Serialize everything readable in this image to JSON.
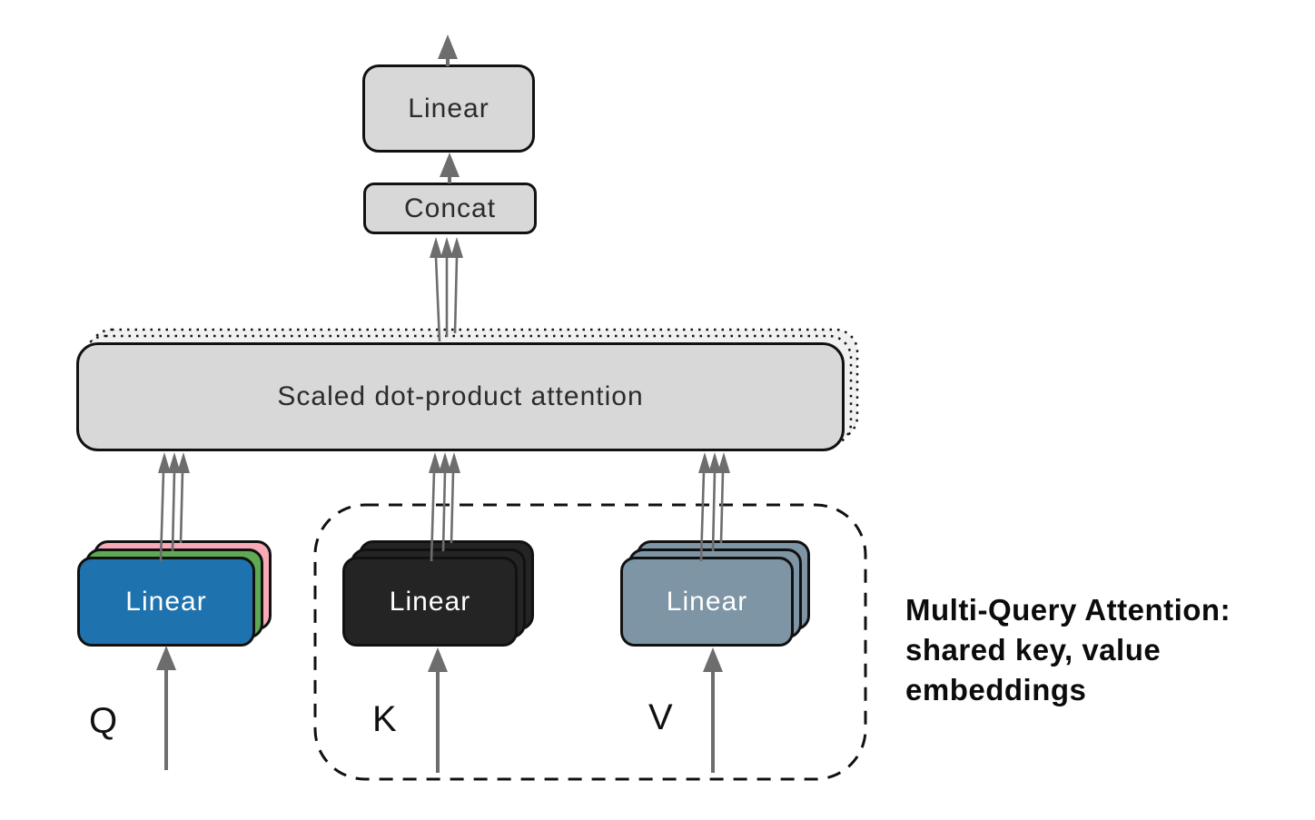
{
  "diagram": {
    "output_linear": {
      "label": "Linear"
    },
    "concat": {
      "label": "Concat"
    },
    "attention": {
      "label": "Scaled dot-product attention"
    },
    "q_stack": {
      "label": "Linear",
      "input_label": "Q",
      "front_color": "#1e73ae",
      "mid_color": "#5fa854",
      "back_color": "#f8aab8"
    },
    "k_stack": {
      "label": "Linear",
      "input_label": "K",
      "color": "#242424"
    },
    "v_stack": {
      "label": "Linear",
      "input_label": "V",
      "color": "#7d95a4"
    },
    "annotation": {
      "line1": "Multi-Query Attention:",
      "line2": "shared key, value",
      "line3": "embeddings"
    },
    "colors": {
      "box_fill": "#d8d8d8",
      "ghost_fill": "#f1f1f1",
      "arrow": "#6d6d6d",
      "border": "#111111",
      "background": "#ffffff"
    }
  }
}
